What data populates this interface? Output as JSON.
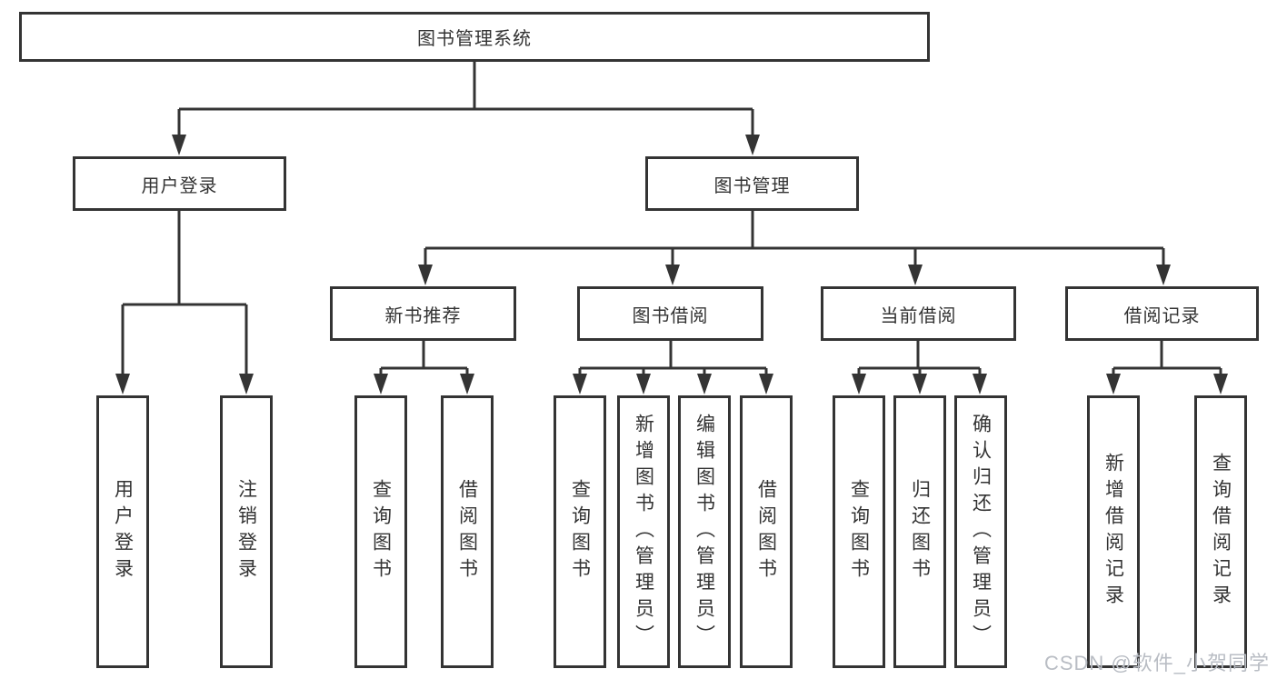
{
  "tree": {
    "root": "图书管理系统",
    "level2": [
      {
        "label": "用户登录",
        "children": [
          "用户登录",
          "注销登录"
        ]
      },
      {
        "label": "图书管理",
        "children": [
          {
            "label": "新书推荐",
            "children": [
              "查询图书",
              "借阅图书"
            ]
          },
          {
            "label": "图书借阅",
            "children": [
              "查询图书",
              "新增图书（管理员）",
              "编辑图书（管理员）",
              "借阅图书"
            ]
          },
          {
            "label": "当前借阅",
            "children": [
              "查询图书",
              "归还图书",
              "确认归还（管理员）"
            ]
          },
          {
            "label": "借阅记录",
            "children": [
              "新增借阅记录",
              "查询借阅记录"
            ]
          }
        ]
      }
    ]
  },
  "watermark": "CSDN @软件_小贺同学",
  "colors": {
    "line": "#343434",
    "text": "#333333",
    "background": "#ffffff",
    "watermark": "#b9bdc4"
  }
}
